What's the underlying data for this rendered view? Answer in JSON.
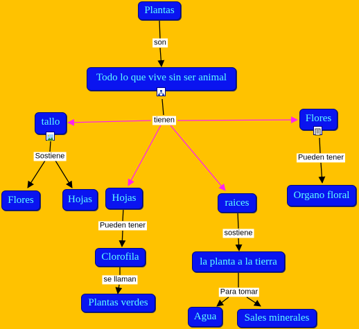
{
  "colors": {
    "background": "#FFC200",
    "node_fill": "#0A14F0",
    "node_text": "#5FFFFF",
    "link_black": "#000000",
    "link_magenta": "#FF22EE"
  },
  "nodes": {
    "plantas": "Plantas",
    "todo_lo_que_vive": "Todo lo que vive sin ser animal",
    "tallo": "tallo",
    "flores_right": "Flores",
    "flores_left": "Flores",
    "hojas_stem": "Hojas",
    "hojas_mid": "Hojas",
    "raices": "raices",
    "organo_floral": "Organo floral",
    "clorofila": "Clorofila",
    "plantas_verdes": "Plantas verdes",
    "la_planta_a_la_tierra": "la planta a la tierra",
    "agua": "Agua",
    "sales_minerales": "Sales minerales"
  },
  "link_labels": {
    "son": "son",
    "tienen": "tienen",
    "sostiene_tallo": "Sostiene",
    "pueden_tener_flores": "Pueden tener",
    "pueden_tener_hojas": "Pueden tener",
    "sostiene_raices": "sostiene",
    "se_llaman": "se llaman",
    "para_tomar": "Para tomar"
  },
  "icons": {
    "todo_lo_que_vive": "concept-map-icon",
    "tallo": "image-icon",
    "flores_right": "document-icon"
  }
}
